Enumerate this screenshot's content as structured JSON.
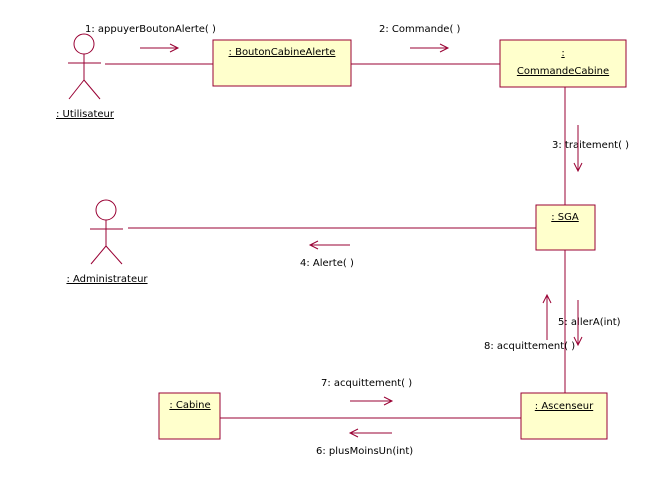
{
  "colors": {
    "stroke": "#990033",
    "object_fill": "#ffffcc",
    "text": "#000000",
    "background": "#ffffff"
  },
  "actors": {
    "utilisateur": {
      "label": ": Utilisateur"
    },
    "administrateur": {
      "label": ": Administrateur"
    }
  },
  "objects": {
    "bouton_cabine_alerte": {
      "label": ": BoutonCabineAlerte"
    },
    "commande_cabine": {
      "label_line1": ":",
      "label_line2": "CommandeCabine"
    },
    "sga": {
      "label": ": SGA"
    },
    "ascenseur": {
      "label": ": Ascenseur"
    },
    "cabine": {
      "label": ": Cabine"
    }
  },
  "messages": {
    "m1": "1: appuyerBoutonAlerte( )",
    "m2": "2: Commande( )",
    "m3": "3: traitement( )",
    "m4": "4: Alerte( )",
    "m5": "5: allerA(int)",
    "m6": "6: plusMoinsUn(int)",
    "m7": "7: acquittement( )",
    "m8": "8: acquittement( )"
  }
}
